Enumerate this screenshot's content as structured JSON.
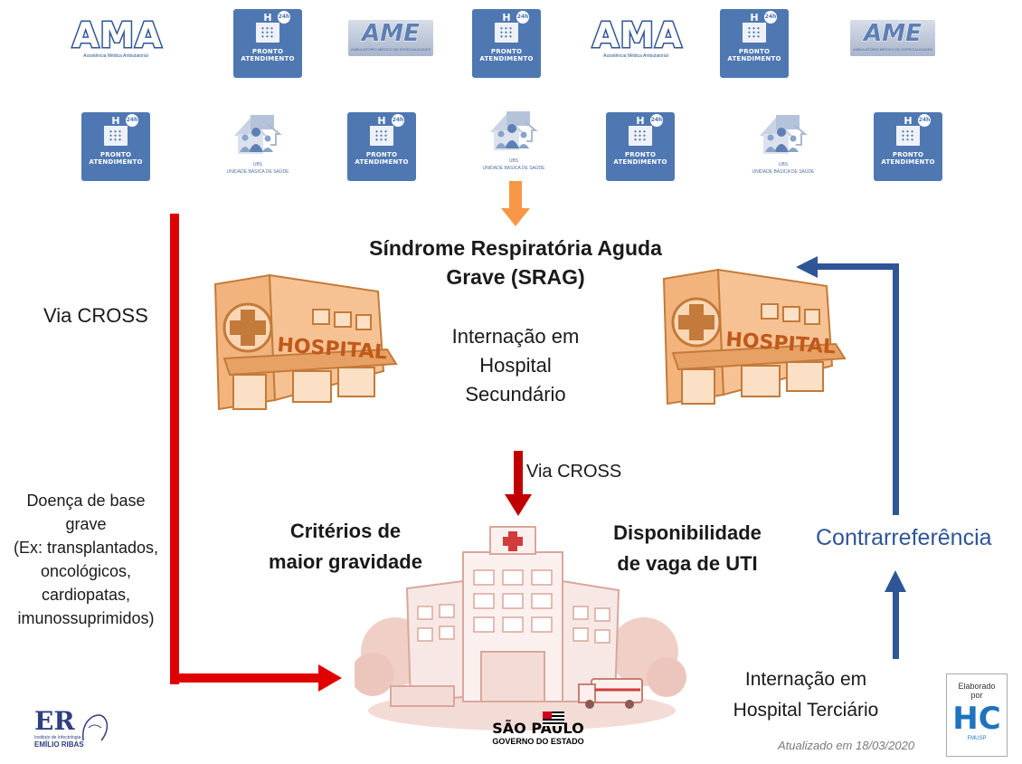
{
  "units": {
    "ama_label": "AMA",
    "ama_sub": "Assistência Médica Ambulatorial",
    "ame_label": "AME",
    "ame_sub": "AMBULATÓRIO MÉDICO DE ESPECIALIDADES",
    "pa_line1": "PRONTO",
    "pa_line2": "ATENDIMENTO",
    "pa_badge": "24h",
    "pa_letter": "H",
    "ubs_line1": "UBS",
    "ubs_line2": "UNIDADE BÁSICA DE SAÚDE"
  },
  "hospital_sign": "HOSPITAL",
  "srag_title_line1": "Síndrome Respiratória Aguda",
  "srag_title_line2": "Grave (SRAG)",
  "secondary": [
    "Internação em",
    "Hospital",
    "Secundário"
  ],
  "via_cross_left": "Via CROSS",
  "via_cross_center": "Via CROSS",
  "doenca": [
    "Doença de base",
    "grave",
    "(Ex: transplantados,",
    "oncológicos,",
    "cardiopatas,",
    "imunossuprimidos)"
  ],
  "criterios": [
    "Critérios de",
    "maior gravidade"
  ],
  "disponibilidade": [
    "Disponibilidade",
    "de vaga de UTI"
  ],
  "contrarreferencia": "Contrarreferência",
  "tertiary": [
    "Internação em",
    "Hospital Terciário"
  ],
  "updated": "Atualizado em 18/03/2020",
  "er_logo": {
    "mark": "ER",
    "line1": "Instituto de Infectologia",
    "line2": "EMÍLIO RIBAS"
  },
  "sp_logo": {
    "line1": "SÃO PAULO",
    "line2": "GOVERNO DO ESTADO"
  },
  "hc_logo": {
    "line1": "Elaborado",
    "line2": "por",
    "mark": "HC",
    "sub": "FMUSP"
  },
  "colors": {
    "red_arrow": "#e00000",
    "orange_arrow": "#f79646",
    "blue_arrow": "#2f5597",
    "hospital_orange": "#f2b47c",
    "tile_blue": "#4f78b2"
  }
}
